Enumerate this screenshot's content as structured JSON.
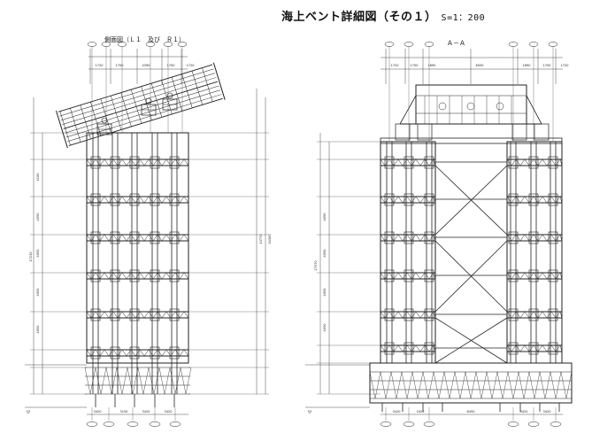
{
  "title": {
    "main": "海上ベント詳細図（その１）",
    "scale": "S=1：200"
  },
  "views": {
    "left_label": "側面図（Ｌ１　及び　Ｒ１）",
    "right_label": "Ａ－Ａ"
  },
  "colors": {
    "line": "#222222",
    "background": "#ffffff"
  },
  "left_view": {
    "top_dims": [
      "1720",
      "1700",
      "4390",
      "1700",
      "1720"
    ],
    "bottom_dims": [
      "3420",
      "3150",
      "3420",
      "3420"
    ],
    "side_dims": [
      "4100",
      "4050",
      "4050",
      "4050",
      "4050"
    ],
    "overall_dims": [
      "17230",
      "13770",
      "34300"
    ]
  },
  "right_view": {
    "top_dims": [
      "1720",
      "1700",
      "1690",
      "6500",
      "1690",
      "1700",
      "1720"
    ],
    "bottom_dims": [
      "3420",
      "3420",
      "6450",
      "3420",
      "3420"
    ],
    "side_dims": [
      "4050",
      "4050",
      "4050",
      "4050"
    ],
    "overall_dims": [
      "27570"
    ]
  }
}
